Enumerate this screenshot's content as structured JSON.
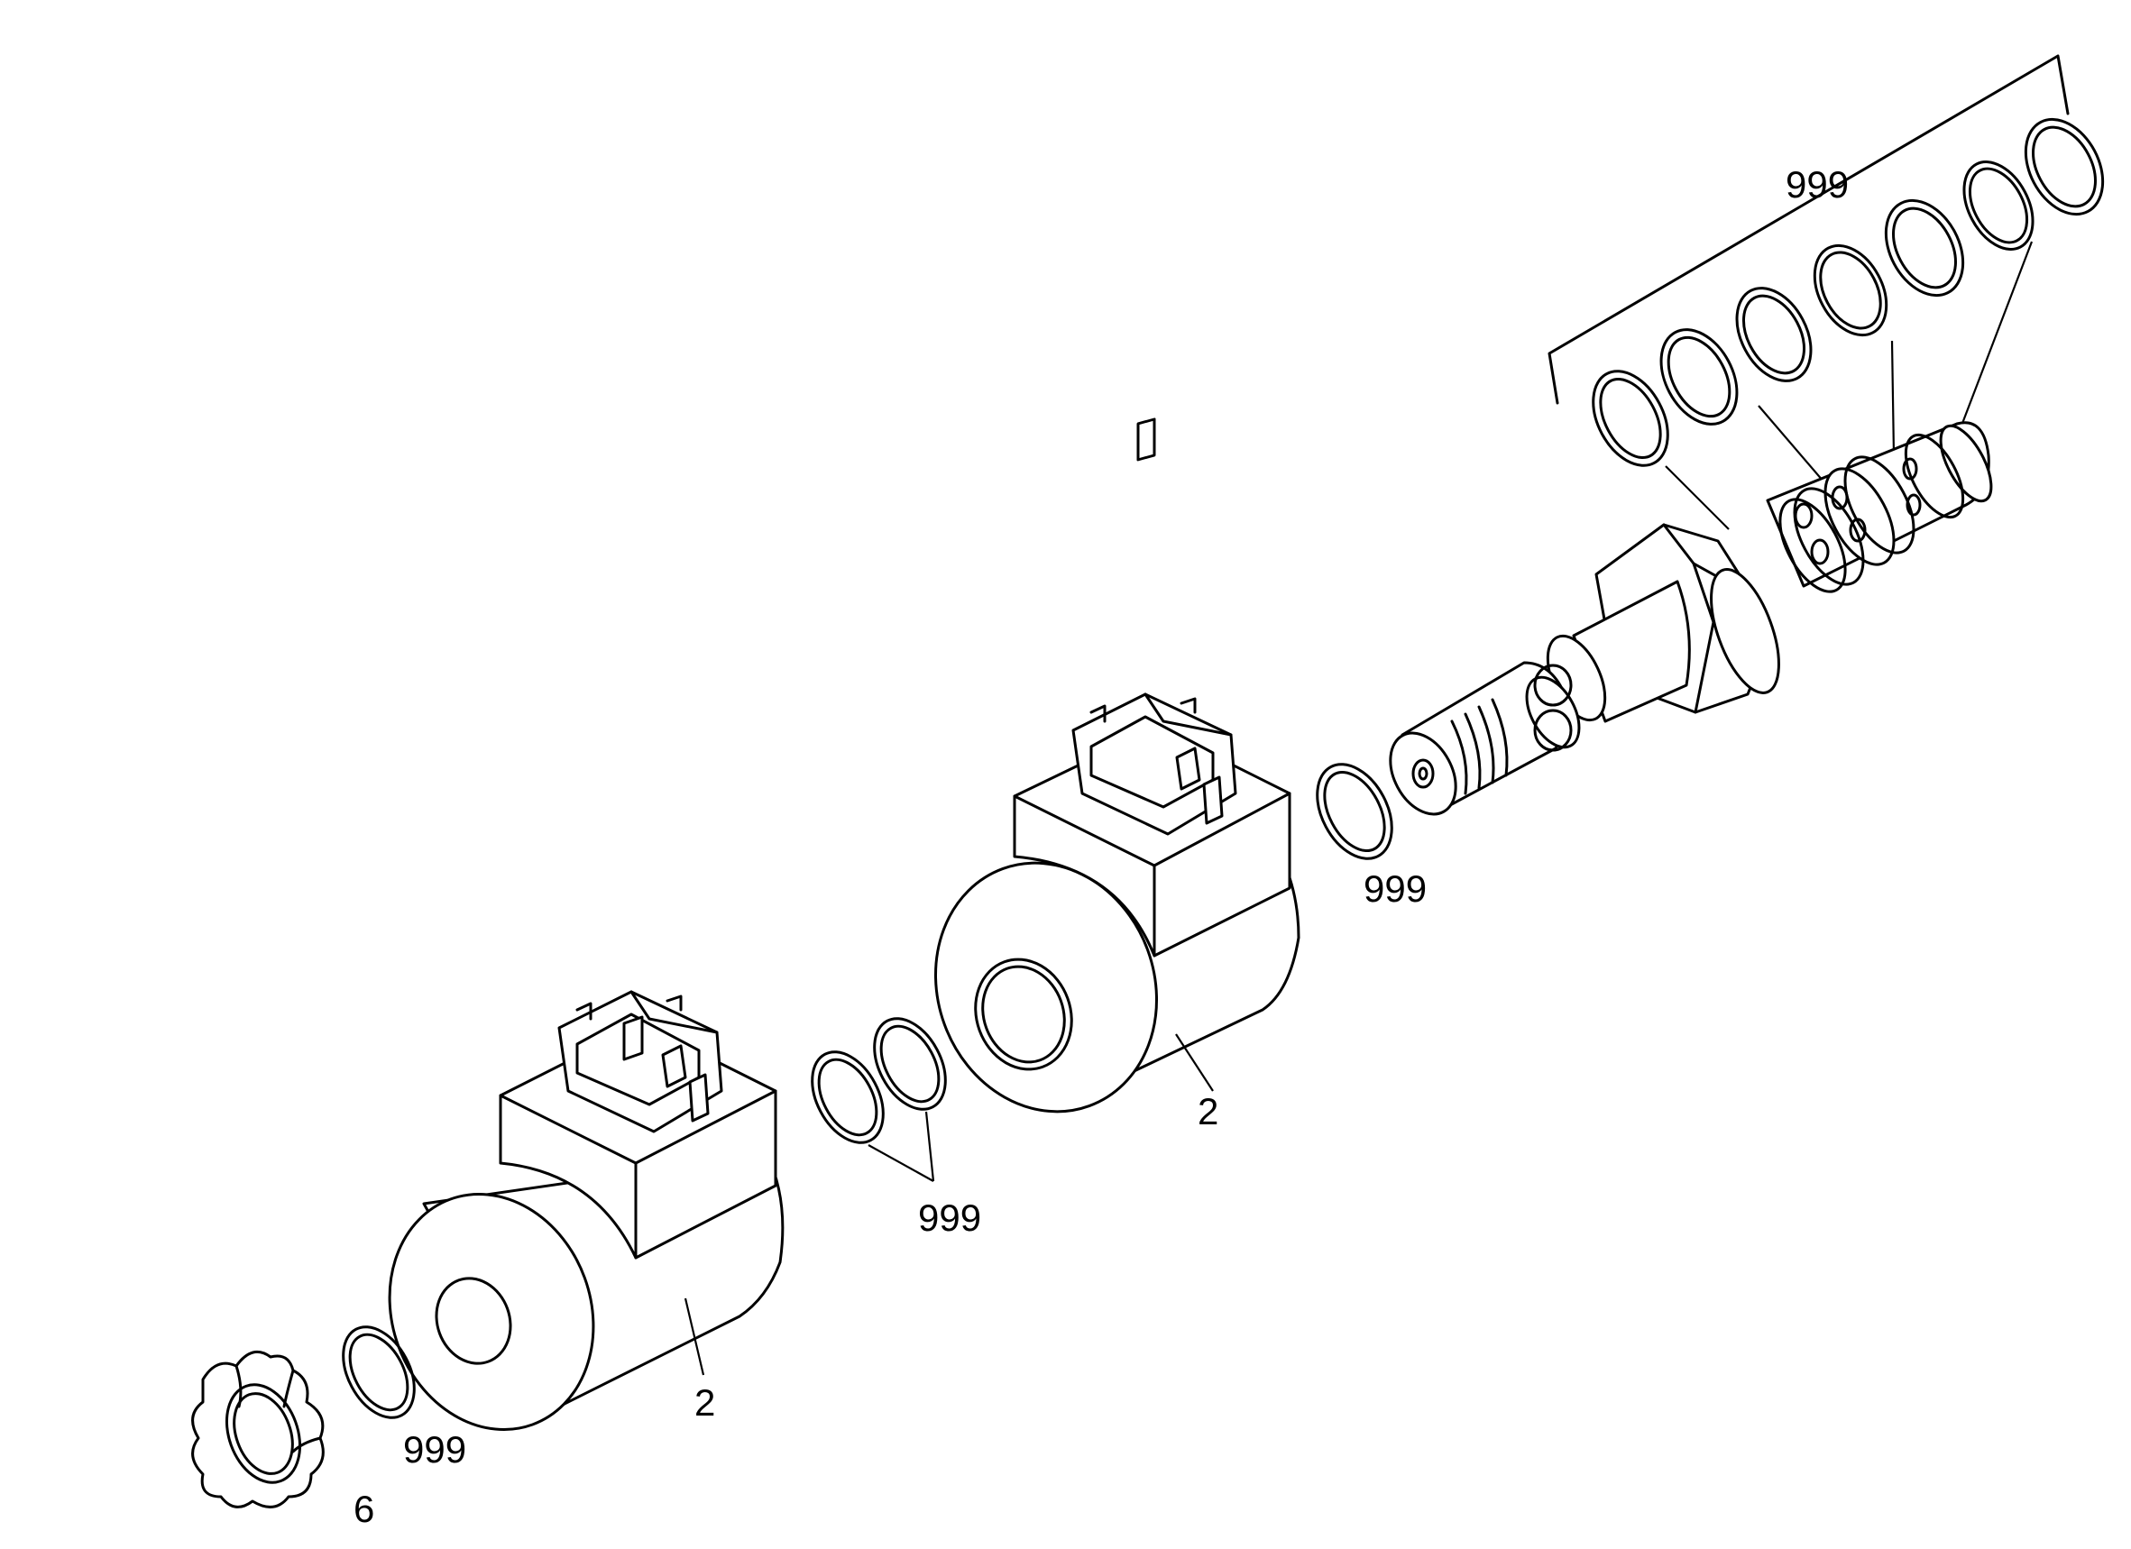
{
  "diagram": {
    "labels": {
      "seal_kit_top": "999",
      "seal_valve": "999",
      "seals_middle": "999",
      "coil_upper": "2",
      "coil_lower": "2",
      "seal_lower": "999",
      "nut": "6"
    }
  }
}
